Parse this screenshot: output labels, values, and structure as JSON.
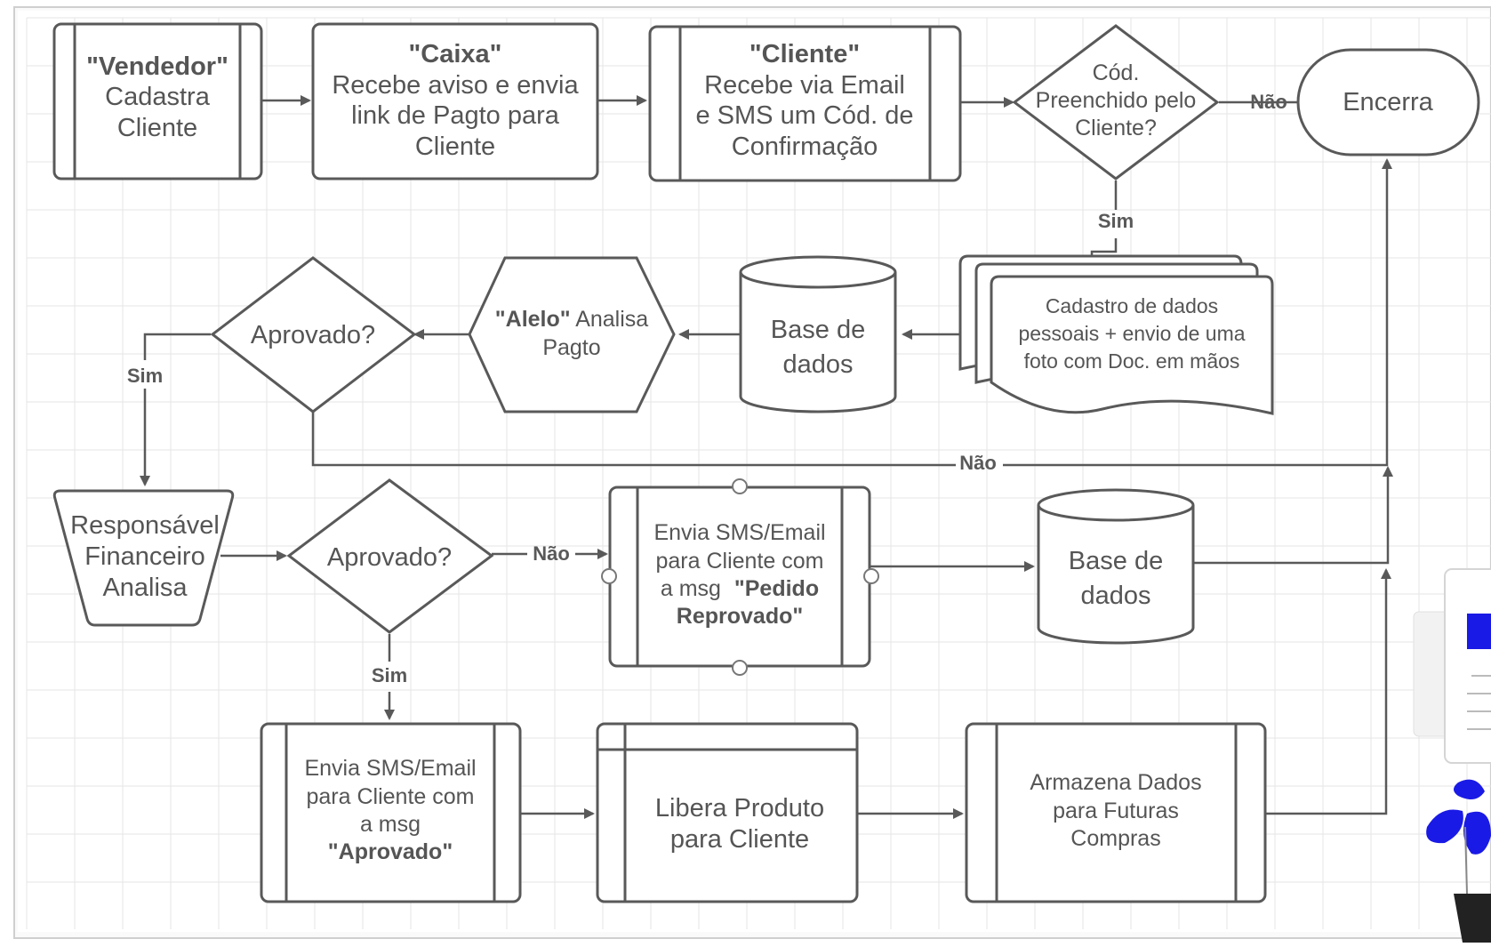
{
  "colors": {
    "stroke": "#595959",
    "text": "#555555",
    "grid": "#e6e6e6",
    "accent_plant": "#1a1ae6"
  },
  "nodes": {
    "vendedor": {
      "bold": "\"Vendedor\"",
      "line1": "Cadastra",
      "line2": "Cliente"
    },
    "caixa": {
      "bold": "\"Caixa\"",
      "line1": "Recebe aviso e envia",
      "line2": "link de Pagto para",
      "line3": "Cliente"
    },
    "cliente": {
      "bold": "\"Cliente\"",
      "line1": "Recebe via Email",
      "line2": "e SMS um Cód. de",
      "line3": "Confirmação"
    },
    "cod_preenchido": {
      "line1": "Cód.",
      "line2": "Preenchido pelo",
      "line3": "Cliente?"
    },
    "encerra": {
      "label": "Encerra"
    },
    "cadastro_dados": {
      "line1": "Cadastro de dados",
      "line2": "pessoais + envio de uma",
      "line3": "foto com Doc. em mãos"
    },
    "base_dados_1": {
      "line1": "Base de",
      "line2": "dados"
    },
    "alelo": {
      "bold": "\"Alelo\"",
      "rest": " Analisa",
      "line2": "Pagto"
    },
    "aprovado_1": {
      "label": "Aprovado?"
    },
    "responsavel": {
      "line1": "Responsável",
      "line2": "Financeiro",
      "line3": "Analisa"
    },
    "aprovado_2": {
      "label": "Aprovado?"
    },
    "envia_reprovado": {
      "line1": "Envia SMS/Email",
      "line2": "para Cliente com",
      "line3a": "a msg ",
      "line3b": "\"Pedido",
      "line4": "Reprovado\""
    },
    "base_dados_2": {
      "line1": "Base de",
      "line2": "dados"
    },
    "envia_aprovado": {
      "line1": "Envia SMS/Email",
      "line2": "para Cliente com",
      "line3": "a msg",
      "line4": "\"Aprovado\""
    },
    "libera": {
      "line1": "Libera Produto",
      "line2": "para Cliente"
    },
    "armazena": {
      "line1": "Armazena Dados",
      "line2": "para Futuras",
      "line3": "Compras"
    }
  },
  "edge_labels": {
    "nao_1": "Não",
    "sim_1": "Sim",
    "sim_2": "Sim",
    "nao_2": "Não",
    "nao_3": "Não",
    "sim_3": "Sim"
  }
}
